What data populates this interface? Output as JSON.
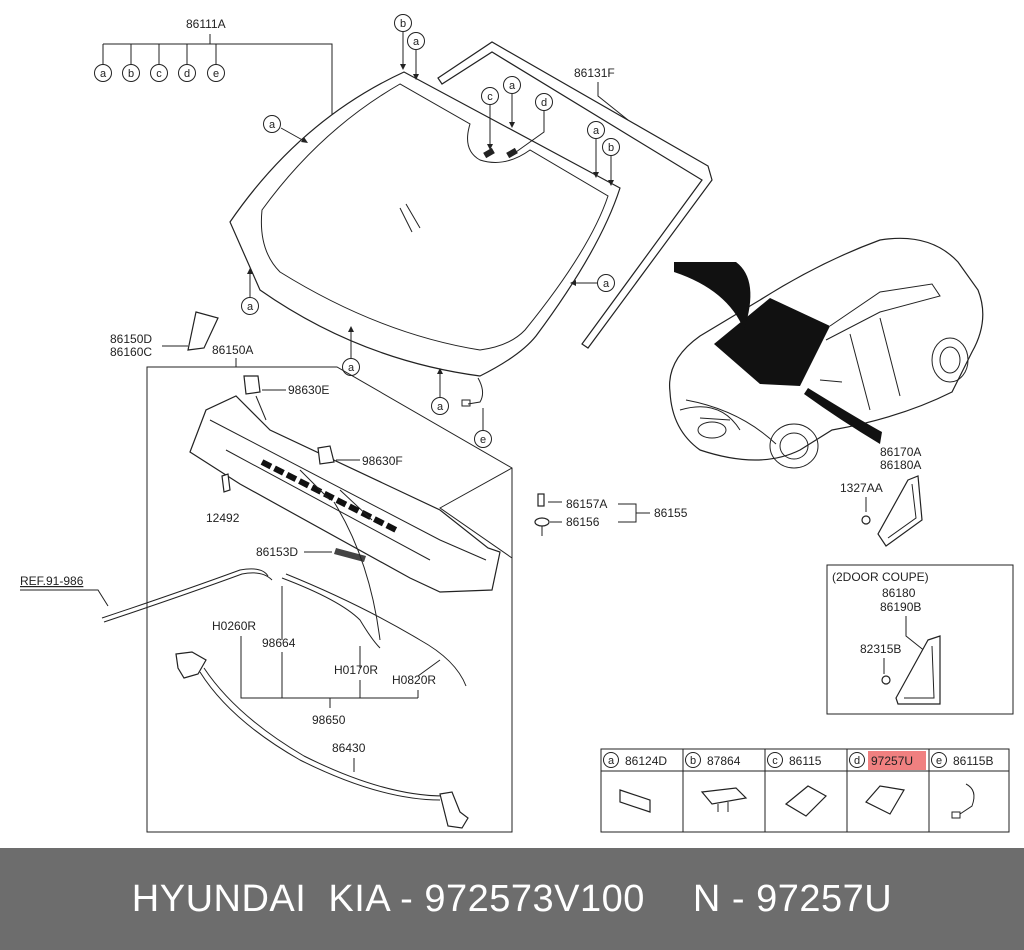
{
  "labels": {
    "p86111A": "86111A",
    "p86131F": "86131F",
    "p86150D": "86150D",
    "p86160C": "86160C",
    "p86150A": "86150A",
    "p98630E": "98630E",
    "p98630F": "98630F",
    "p12492": "12492",
    "p86153D": "86153D",
    "p86157A": "86157A",
    "p86156": "86156",
    "p86155": "86155",
    "ref": "REF.91-986",
    "pH0260R": "H0260R",
    "p98664": "98664",
    "pH0170R": "H0170R",
    "pH0820R": "H0820R",
    "p98650": "98650",
    "p86430": "86430",
    "p86170A": "86170A",
    "p86180A": "86180A",
    "p1327AA": "1327AA",
    "coupe_title": "(2DOOR COUPE)",
    "p86180": "86180",
    "p86190B": "86190B",
    "p82315B": "82315B"
  },
  "legend": [
    {
      "key": "a",
      "part": "86124D",
      "highlight": false
    },
    {
      "key": "b",
      "part": "87864",
      "highlight": false
    },
    {
      "key": "c",
      "part": "86115",
      "highlight": false
    },
    {
      "key": "d",
      "part": "97257U",
      "highlight": true
    },
    {
      "key": "e",
      "part": "86115B",
      "highlight": false
    }
  ],
  "footer": {
    "left": "HYUNDAI  KIA - 972573V100",
    "right": "N - 97257U"
  },
  "colors": {
    "highlight": "#f08080",
    "footer_bg": "#6d6d6d",
    "footer_text": "#ffffff"
  }
}
